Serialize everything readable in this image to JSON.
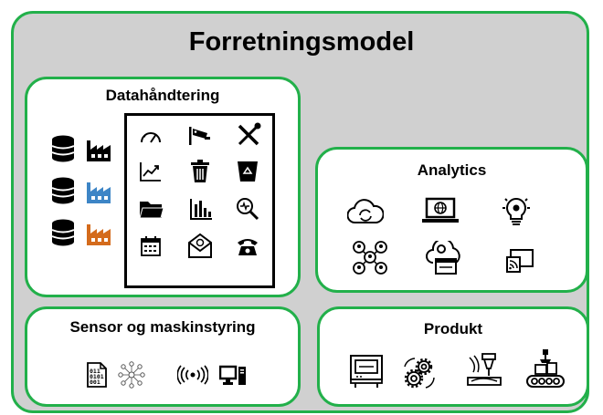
{
  "title": "Forretningsmodel",
  "sections": {
    "data_management": {
      "label": "Datahåndtering",
      "left_icons": [
        "database-icon",
        "factory-icon",
        "database-icon",
        "factory-icon",
        "database-icon",
        "factory-icon"
      ],
      "grid_icons": [
        "gauge-icon",
        "camera-icon",
        "tools-icon",
        "chart-line-icon",
        "trash-icon",
        "recycle-bin-icon",
        "folder-icon",
        "bar-chart-icon",
        "search-icon",
        "calendar-icon",
        "mail-icon",
        "phone-icon"
      ]
    },
    "analytics": {
      "label": "Analytics",
      "icons": [
        "cloud-sync-icon",
        "laptop-globe-icon",
        "lightbulb-gear-icon",
        "network-people-icon",
        "cloud-browser-icon",
        "screen-cast-icon"
      ]
    },
    "sensor": {
      "label": "Sensor og maskinstyring",
      "icons": [
        "binary-file-icon",
        "neural-network-icon",
        "wireless-signal-icon",
        "computer-icon"
      ],
      "binary_text": [
        "011",
        "0101",
        "001"
      ]
    },
    "product": {
      "label": "Produkt",
      "icons": [
        "cnc-machine-icon",
        "gears-icon",
        "laser-cutter-icon",
        "conveyor-robot-icon"
      ]
    }
  },
  "colors": {
    "green_border": "#22b04a",
    "background": "#d0d0d0",
    "factory_black": "#000000",
    "factory_blue": "#3d85c6",
    "factory_orange": "#d46b1c"
  }
}
